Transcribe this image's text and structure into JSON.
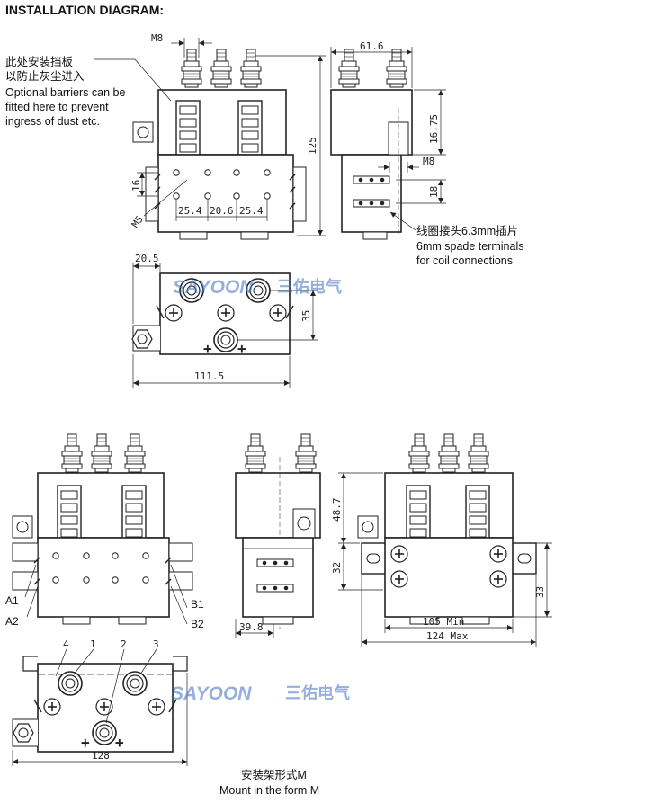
{
  "title": "INSTALLATION DIAGRAM:",
  "notes": {
    "barrier_cn_1": "此处安装挡板",
    "barrier_cn_2": "以防止灰尘进入",
    "barrier_en_1": "Optional barriers can be",
    "barrier_en_2": "fitted here to prevent",
    "barrier_en_3": "ingress of dust etc.",
    "coil_cn": "线圈接头6.3mm插片",
    "coil_en_1": "6mm spade terminals",
    "coil_en_2": "for coil connections",
    "mount_cn": "安装架形式M",
    "mount_en": "Mount in the form M"
  },
  "dimensions": {
    "m8_top": "M8",
    "height_125": "125",
    "m5": "M5",
    "d16": "16",
    "pitch_1": "25.4",
    "pitch_2": "20.6",
    "pitch_3": "25.4",
    "width_61_6": "61.6",
    "d16_75": "16.75",
    "m8_side": "M8",
    "d18": "18",
    "d20_5": "20.5",
    "d35": "35",
    "width_111_5": "111.5",
    "d48_7": "48.7",
    "d32": "32",
    "d33": "33",
    "d39_8": "39.8",
    "min_105": "105 Min",
    "max_124": "124 Max",
    "width_128": "128"
  },
  "terminals": {
    "a1": "A1",
    "a2": "A2",
    "b1": "B1",
    "b2": "B2",
    "t4": "4",
    "t1": "1",
    "t2": "2",
    "t3": "3"
  },
  "brand": {
    "name_en": "SAYOON",
    "name_cn": "三佑电气",
    "color": "#3f6fc2"
  }
}
